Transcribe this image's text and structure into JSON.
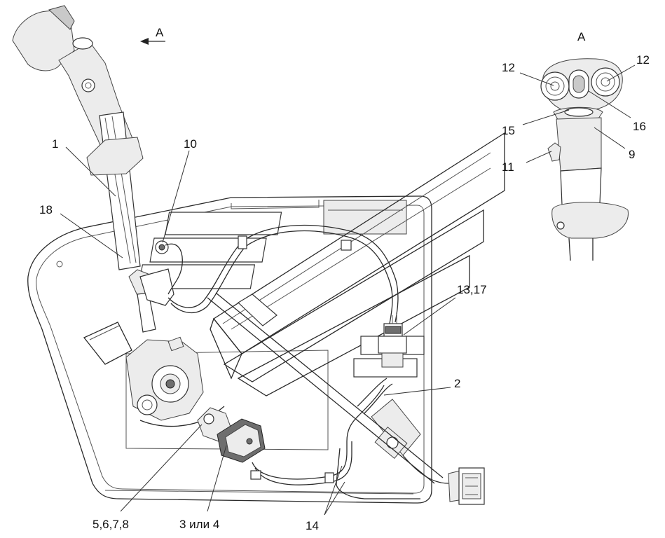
{
  "view_label": "A",
  "detail_title": "A",
  "callouts": {
    "c1": "1",
    "c2": "2",
    "c3_4": "3 или 4",
    "c5_8": "5,6,7,8",
    "c9": "9",
    "c10": "10",
    "c11": "11",
    "c12_left": "12",
    "c12_right": "12",
    "c13_17": "13,17",
    "c14": "14",
    "c15": "15",
    "c16": "16",
    "c18": "18"
  }
}
